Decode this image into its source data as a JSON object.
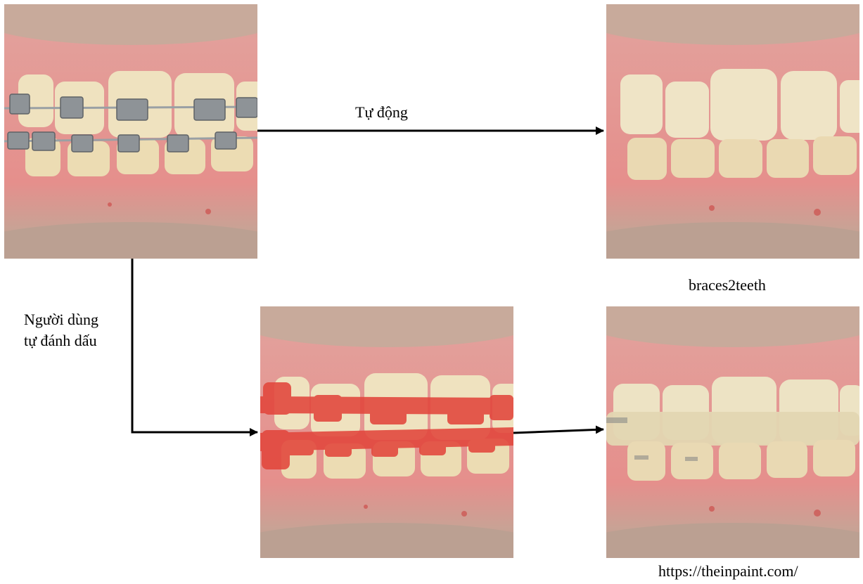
{
  "labels": {
    "auto": "Tự động",
    "manual_line1": "Người dùng",
    "manual_line2": "tự đánh dấu",
    "braces2teeth": "braces2teeth",
    "theinpaint": "https://theinpaint.com/"
  },
  "images": {
    "original": "teeth-with-braces-photo",
    "auto_result": "teeth-braces-removed-photo",
    "masked": "teeth-braces-red-mask-photo",
    "manual_result": "teeth-inpainted-photo"
  },
  "colors": {
    "gum": "#e79a95",
    "lip": "#d9a89c",
    "tooth": "#efe3c2",
    "metal": "#8e9296",
    "mask": "#e2463c",
    "arrow": "#000000"
  }
}
